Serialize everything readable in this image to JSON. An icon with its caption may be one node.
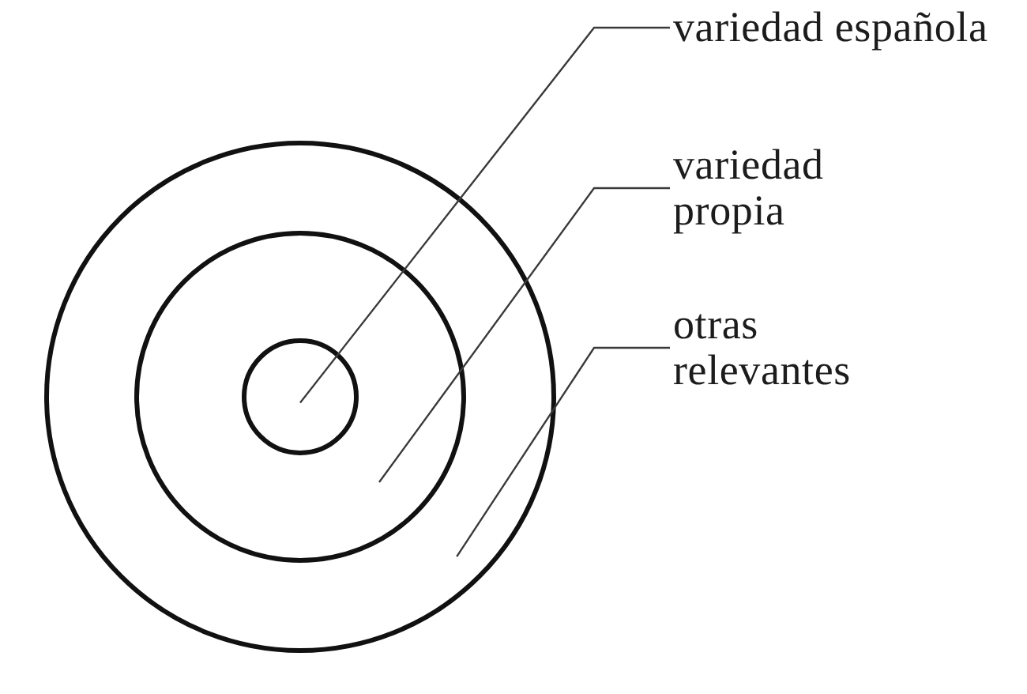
{
  "diagram": {
    "nodes": [
      {
        "text": [],
        "shape": "circle"
      },
      {
        "text": [],
        "shape": "circle",
        "in": 0
      },
      {
        "text": [],
        "shape": "circle",
        "in": 1
      },
      {
        "text": [
          "variedad española"
        ]
      },
      {
        "text": [
          "variedad propia"
        ]
      },
      {
        "text": [
          "otras relevantes"
        ]
      }
    ],
    "edges": [
      {
        "from": 3,
        "to": 2,
        "arrow": "none"
      },
      {
        "from": 4,
        "to": 1,
        "arrow": "none"
      },
      {
        "from": 5,
        "to": 0,
        "arrow": "none"
      }
    ]
  }
}
